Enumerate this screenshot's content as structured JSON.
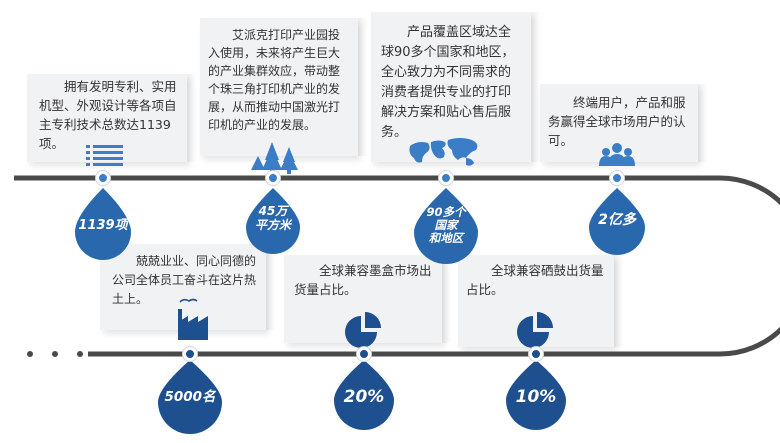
{
  "colors": {
    "accent": "#2a68ad",
    "dark": "#1e4f8f",
    "track": "#4a4a4a",
    "card": "#f1f2f4"
  },
  "top": [
    {
      "text": "拥有发明专利、实用机型、外观设计等各项自主专利技术总数达1139项。",
      "badge": "1139项",
      "icon": "list-icon"
    },
    {
      "text": "艾派克打印产业园投入使用，未来将产生巨大的产业集群效应，带动整个珠三角打印机产业的发展，从而推动中国激光打印机的产业的发展。",
      "badge": "45万平方米",
      "badge_lines": [
        "45万",
        "平方米"
      ],
      "icon": "trees-icon"
    },
    {
      "text": "产品覆盖区域达全球90多个国家和地区，全心致力为不同需求的消费者提供专业的打印解决方案和贴心售后服务。",
      "badge": "90多个国家和地区",
      "badge_lines": [
        "90多个",
        "国家",
        "和地区"
      ],
      "icon": "world-map-icon"
    },
    {
      "text": "终端用户，产品和服务赢得全球市场用户的认可。",
      "badge": "2亿多",
      "icon": "users-icon"
    }
  ],
  "bottom": [
    {
      "text": "兢兢业业、同心同德的公司全体员工奋斗在这片热土上。",
      "badge": "5000名",
      "icon": "factory-icon"
    },
    {
      "text": "全球兼容墨盒市场出货量占比。",
      "badge": "20%",
      "icon": "pie-chart-icon",
      "share": 0.2
    },
    {
      "text": "全球兼容硒鼓出货量占比。",
      "badge": "10%",
      "icon": "pie-chart-icon",
      "share": 0.1
    }
  ]
}
